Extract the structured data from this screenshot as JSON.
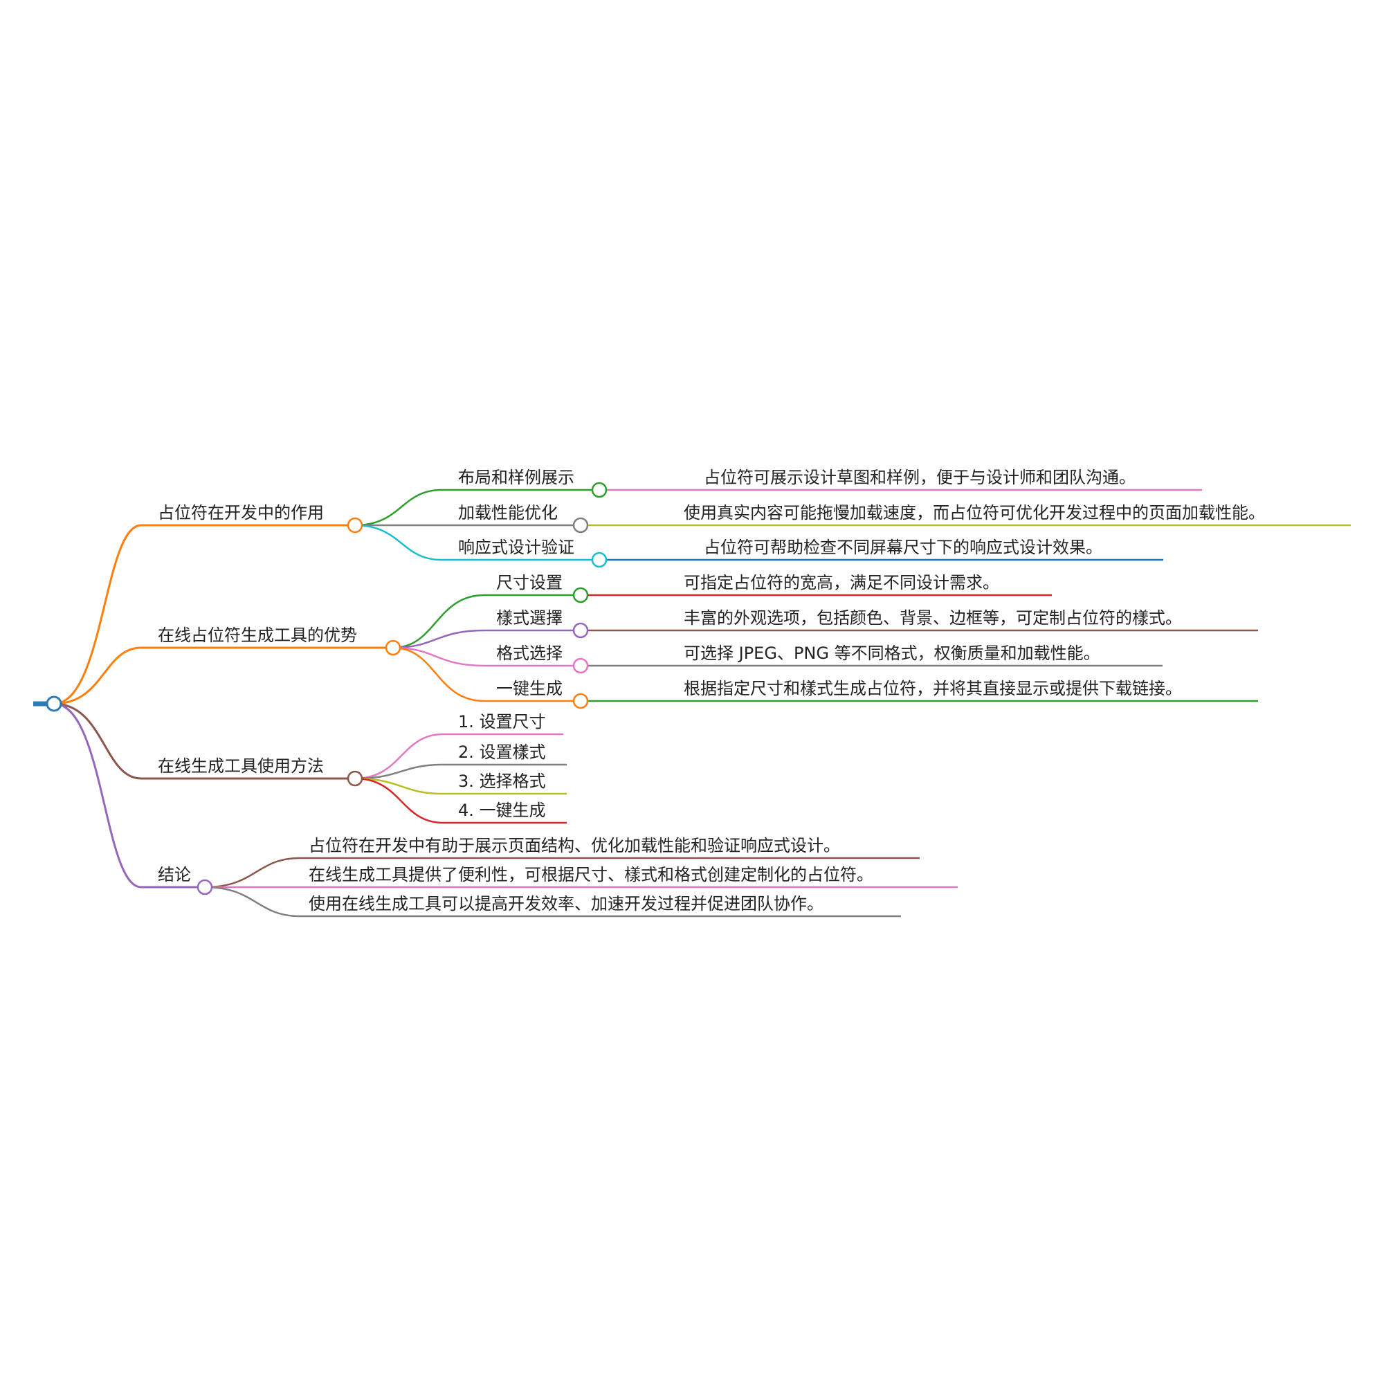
{
  "mindmap": {
    "root": {
      "label": "",
      "color": "#2c7bb6"
    },
    "branches": [
      {
        "label": "占位符在开发中的作用",
        "color": "#ff7f0e",
        "children": [
          {
            "label": "布局和样例展示",
            "color": "#2ca02c",
            "leaf": "占位符可展示设计草图和样例，便于与设计师和团队沟通。",
            "leaf_color": "#e377c2"
          },
          {
            "label": "加载性能优化",
            "color": "#7f7f7f",
            "leaf": "使用真实内容可能拖慢加载速度，而占位符可优化开发过程中的页面加载性能。",
            "leaf_color": "#bcbd22"
          },
          {
            "label": "响应式设计验证",
            "color": "#17becf",
            "leaf": "占位符可帮助检查不同屏幕尺寸下的响应式设计效果。",
            "leaf_color": "#1f77b4"
          }
        ]
      },
      {
        "label": "在线占位符生成工具的优势",
        "color": "#ff7f0e",
        "children": [
          {
            "label": "尺寸设置",
            "color": "#2ca02c",
            "leaf": "可指定占位符的宽高，满足不同设计需求。",
            "leaf_color": "#d62728"
          },
          {
            "label": "樣式選擇",
            "color": "#9467bd",
            "leaf": "丰富的外观选项，包括颜色、背景、边框等，可定制占位符的樣式。",
            "leaf_color": "#8c564b"
          },
          {
            "label": "格式选择",
            "color": "#e377c2",
            "leaf": "可选择 JPEG、PNG 等不同格式，权衡质量和加载性能。",
            "leaf_color": "#7f7f7f"
          },
          {
            "label": "一键生成",
            "color": "#ff7f0e",
            "leaf": "根据指定尺寸和樣式生成占位符，并将其直接显示或提供下载链接。",
            "leaf_color": "#2ca02c"
          }
        ]
      },
      {
        "label": "在线生成工具使用方法",
        "color": "#8c564b",
        "children": [
          {
            "label": "1. 设置尺寸",
            "color": "#e377c2"
          },
          {
            "label": "2. 设置樣式",
            "color": "#7f7f7f"
          },
          {
            "label": "3. 选择格式",
            "color": "#bcbd22"
          },
          {
            "label": "4. 一键生成",
            "color": "#d62728"
          }
        ]
      },
      {
        "label": "结论",
        "color": "#9467bd",
        "children": [
          {
            "label": "占位符在开发中有助于展示页面结构、优化加载性能和验证响应式设计。",
            "color": "#8c564b"
          },
          {
            "label": "在线生成工具提供了便利性，可根据尺寸、樣式和格式创建定制化的占位符。",
            "color": "#e377c2"
          },
          {
            "label": "使用在线生成工具可以提高开发效率、加速开发过程并促进团队协作。",
            "color": "#7f7f7f"
          }
        ]
      }
    ]
  }
}
